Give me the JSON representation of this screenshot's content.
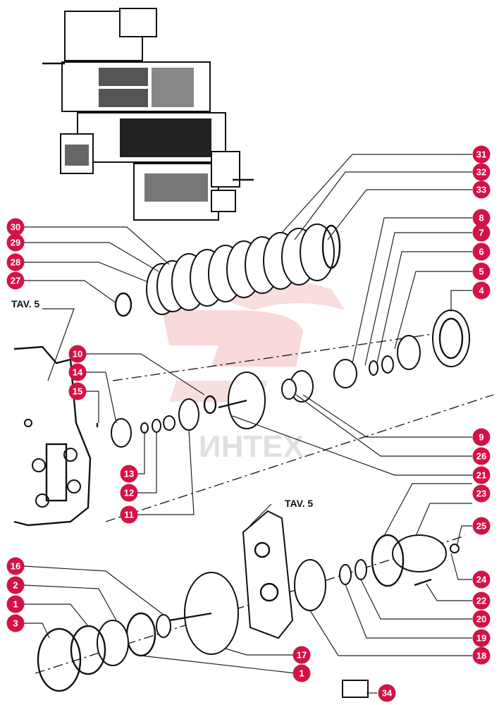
{
  "diagram": {
    "sheet_references": [
      {
        "id": "tav-upper",
        "text": "TAV. 5"
      },
      {
        "id": "tav-lower",
        "text": "TAV. 5"
      }
    ],
    "watermark": {
      "text": "ИНТЕХ"
    },
    "parts": [
      {
        "n": "31"
      },
      {
        "n": "32"
      },
      {
        "n": "33"
      },
      {
        "n": "8"
      },
      {
        "n": "7"
      },
      {
        "n": "6"
      },
      {
        "n": "5"
      },
      {
        "n": "4"
      },
      {
        "n": "30"
      },
      {
        "n": "29"
      },
      {
        "n": "28"
      },
      {
        "n": "27"
      },
      {
        "n": "10"
      },
      {
        "n": "14"
      },
      {
        "n": "15"
      },
      {
        "n": "9"
      },
      {
        "n": "26"
      },
      {
        "n": "21"
      },
      {
        "n": "13"
      },
      {
        "n": "12"
      },
      {
        "n": "11"
      },
      {
        "n": "23"
      },
      {
        "n": "25"
      },
      {
        "n": "24"
      },
      {
        "n": "22"
      },
      {
        "n": "20"
      },
      {
        "n": "19"
      },
      {
        "n": "18"
      },
      {
        "n": "16"
      },
      {
        "n": "2"
      },
      {
        "n": "1"
      },
      {
        "n": "3"
      },
      {
        "n": "17"
      },
      {
        "n": "1"
      },
      {
        "n": "34"
      }
    ]
  }
}
